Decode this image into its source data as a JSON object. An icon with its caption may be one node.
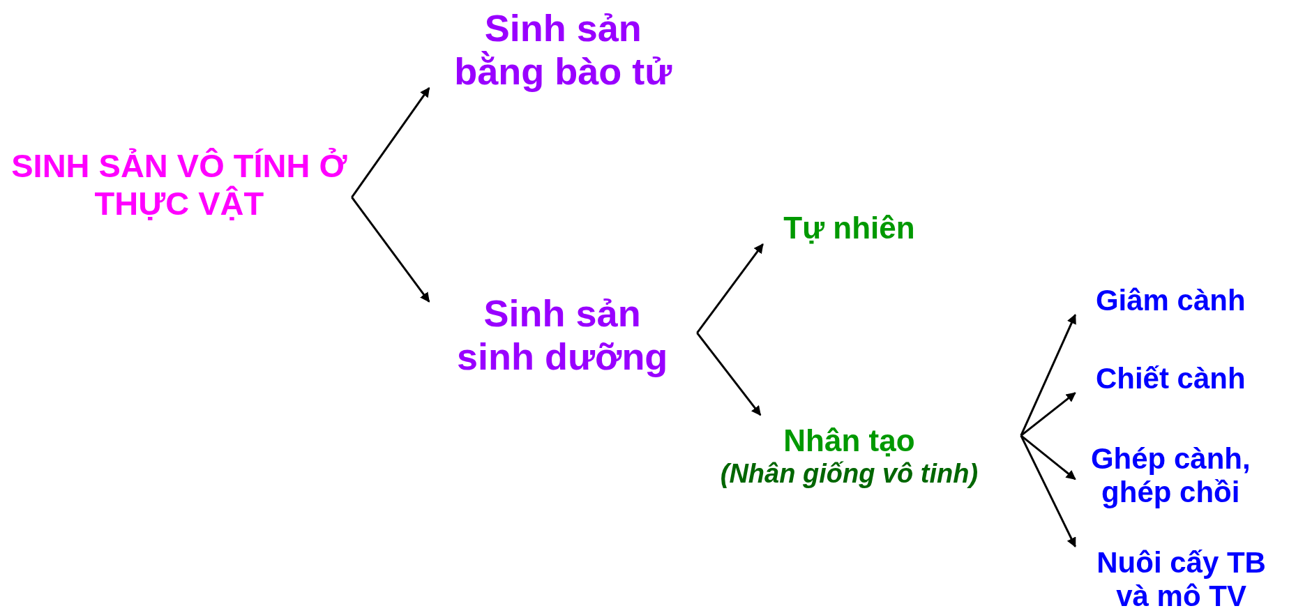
{
  "diagram": {
    "nodes": [
      {
        "text": [
          "SINH SẢN VÔ TÍNH Ở THỰC VẬT"
        ]
      },
      {
        "text": [
          "Sinh sản bằng bào tử"
        ]
      },
      {
        "text": [
          "Sinh sản sinh dưỡng"
        ]
      },
      {
        "text": [
          "Tự nhiên"
        ]
      },
      {
        "text": [
          "Nhân tạo",
          "(Nhân giống vô tinh)"
        ]
      },
      {
        "text": [
          "Giâm cành"
        ]
      },
      {
        "text": [
          "Chiết cành"
        ]
      },
      {
        "text": [
          "Ghép cành, ghép chồi"
        ]
      },
      {
        "text": [
          "Nuôi cấy TB và mô TV"
        ]
      }
    ],
    "edges": [
      {
        "from": 0,
        "to": 1,
        "arrow": "to"
      },
      {
        "from": 0,
        "to": 2,
        "arrow": "to"
      },
      {
        "from": 2,
        "to": 3,
        "arrow": "to"
      },
      {
        "from": 2,
        "to": 4,
        "arrow": "to"
      },
      {
        "from": 4,
        "to": 5,
        "arrow": "to"
      },
      {
        "from": 4,
        "to": 6,
        "arrow": "to"
      },
      {
        "from": 4,
        "to": 7,
        "arrow": "to"
      },
      {
        "from": 4,
        "to": 8,
        "arrow": "to"
      }
    ]
  }
}
